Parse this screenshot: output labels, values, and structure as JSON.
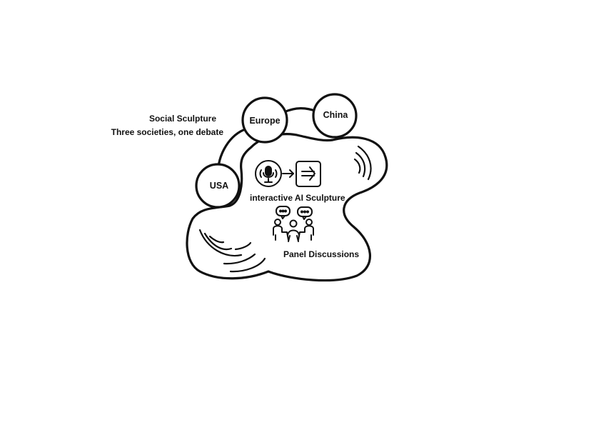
{
  "header": {
    "title": "Social Sculpture",
    "subtitle": "Three societies, one debate"
  },
  "nodes": [
    {
      "id": "usa",
      "label": "USA"
    },
    {
      "id": "europe",
      "label": "Europe"
    },
    {
      "id": "china",
      "label": "China"
    }
  ],
  "features": {
    "sculpture_label": "interactive AI Sculpture",
    "panel_label": "Panel Discussions"
  },
  "icons": {
    "microphone": "microphone-icon",
    "arrow": "arrow-right-icon",
    "output": "output-arrow-box-icon",
    "panel": "panel-discussion-icon",
    "sound_waves": "sound-wave-icon"
  },
  "colors": {
    "stroke": "#111111",
    "background": "#ffffff"
  }
}
